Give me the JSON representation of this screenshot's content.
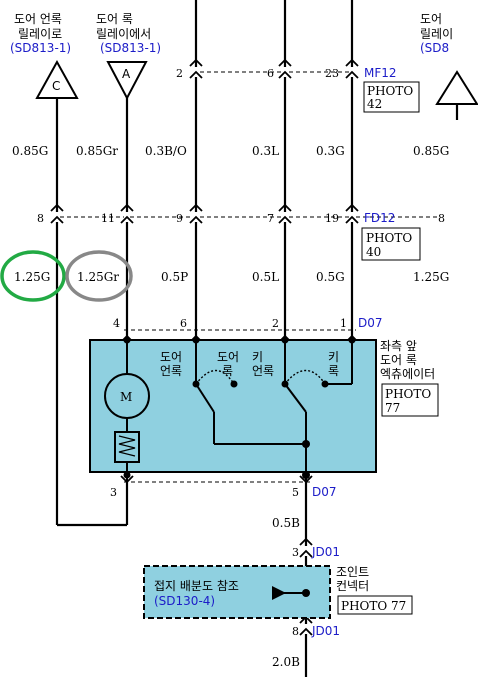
{
  "refs": {
    "door_unlock_relay": {
      "line1": "도어 언록",
      "line2": "릴레이로",
      "code": "(SD813-1)",
      "letter": "C"
    },
    "door_lock_relay": {
      "line1": "도어 록",
      "line2": "릴레이에서",
      "code": "(SD813-1)",
      "letter": "A"
    },
    "right_ref": {
      "line1": "도어",
      "line2": "릴레이",
      "code": "(SD8"
    }
  },
  "connectors": {
    "mf12": {
      "label": "MF12",
      "pins": [
        "2",
        "6",
        "23"
      ],
      "photo_label": "PHOTO",
      "photo_num": "42"
    },
    "fd12": {
      "label": "FD12",
      "pins": [
        "8",
        "11",
        "9",
        "7",
        "19",
        "8"
      ],
      "photo_label": "PHOTO",
      "photo_num": "40"
    },
    "d07_top": {
      "label": "D07",
      "pins": [
        "4",
        "6",
        "2",
        "1"
      ]
    },
    "d07_bottom": {
      "label": "D07",
      "pins": [
        "3",
        "5"
      ]
    },
    "jd01_top": {
      "label": "JD01",
      "pin": "3"
    },
    "jd01_bottom": {
      "label": "JD01",
      "pin": "8"
    }
  },
  "wires_upper": [
    "0.85G",
    "0.85Gr",
    "0.3B/O",
    "0.3L",
    "0.3G",
    "0.85G"
  ],
  "wires_lower": [
    "1.25G",
    "1.25Gr",
    "0.5P",
    "0.5L",
    "0.5G",
    "1.25G"
  ],
  "wire_ground_1": "0.5B",
  "wire_ground_2": "2.0B",
  "actuator": {
    "title_1": "좌측 앞",
    "title_2": "도어 록",
    "title_3": "엑츄에이터",
    "photo_label": "PHOTO",
    "photo_num": "77",
    "motor_label": "M",
    "sw1_label_1": "도어",
    "sw1_label_2": "언록",
    "sw1_label_3": "도어",
    "sw1_label_4": "록",
    "sw2_label_1": "키",
    "sw2_label_2": "언록",
    "sw2_label_3": "키",
    "sw2_label_4": "록"
  },
  "joint": {
    "box_line1": "접지 배분도 참조",
    "box_line2": "(SD130-4)",
    "label_1": "조인트",
    "label_2": "컨넥터",
    "photo": "PHOTO 77"
  },
  "colors": {
    "component_fill": "#8fd0e0",
    "blue_text": "#1c1cc8",
    "green_circle": "#22aa44",
    "gray_circle": "#888888"
  }
}
